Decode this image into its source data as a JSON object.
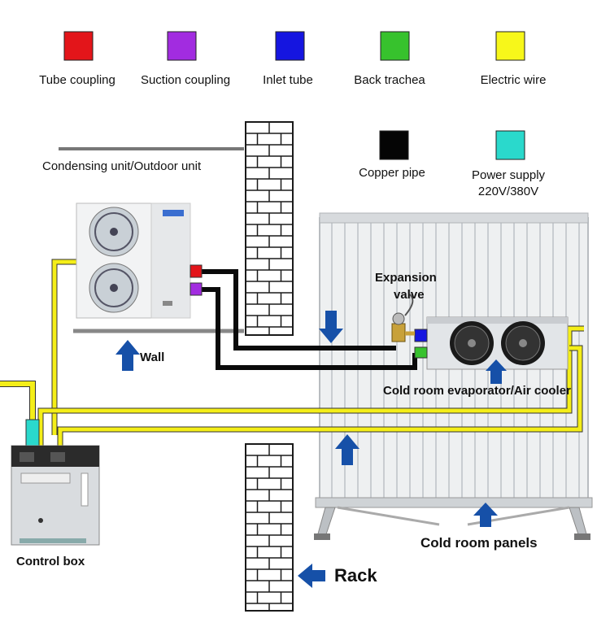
{
  "legend": [
    {
      "label": "Tube coupling",
      "color": "#e3151a"
    },
    {
      "label": "Suction coupling",
      "color": "#a22ce0"
    },
    {
      "label": "Inlet tube",
      "color": "#1515e0"
    },
    {
      "label": "Back trachea",
      "color": "#37c22d"
    },
    {
      "label": "Electric wire",
      "color": "#f7f71a"
    },
    {
      "label": "Copper pipe",
      "color": "#050505"
    },
    {
      "label": "Power supply 220V/380V",
      "color": "#2ad9cc"
    }
  ],
  "power_supply_lines": [
    "Power supply",
    "220V/380V"
  ],
  "labels": {
    "condensing_unit": "Condensing unit/Outdoor unit",
    "wall": "Wall",
    "expansion_valve_lines": [
      "Expansion",
      "valve"
    ],
    "evaporator": "Cold room evaporator/Air cooler",
    "control_box": "Control box",
    "cold_room_panels": "Cold room panels",
    "rack": "Rack"
  },
  "arrow_color": "#1650a8"
}
